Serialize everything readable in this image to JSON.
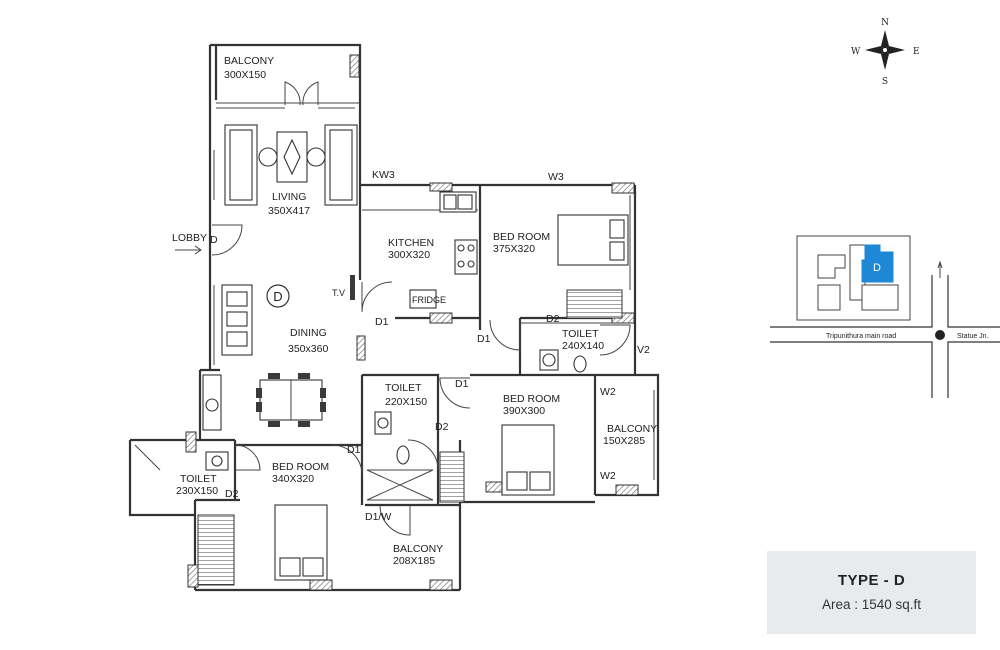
{
  "plan": {
    "rooms": [
      {
        "id": "balcony-top",
        "name": "BALCONY",
        "size": "300X150"
      },
      {
        "id": "living",
        "name": "LIVING",
        "size": "350X417"
      },
      {
        "id": "kitchen",
        "name": "KITCHEN",
        "size": "300X320"
      },
      {
        "id": "bedroom-ne",
        "name": "BED ROOM",
        "size": "375X320"
      },
      {
        "id": "dining",
        "name": "DINING",
        "size": "350x360"
      },
      {
        "id": "toilet-e",
        "name": "TOILET",
        "size": "240X140"
      },
      {
        "id": "toilet-c",
        "name": "TOILET",
        "size": "220X150"
      },
      {
        "id": "bedroom-e",
        "name": "BED ROOM",
        "size": "390X300"
      },
      {
        "id": "balcony-e",
        "name": "BALCONY",
        "size": "150X285"
      },
      {
        "id": "toilet-w",
        "name": "TOILET",
        "size": "230X150"
      },
      {
        "id": "bedroom-sw",
        "name": "BED ROOM",
        "size": "340X320"
      },
      {
        "id": "balcony-s",
        "name": "BALCONY",
        "size": "208X185"
      }
    ],
    "lobby": "LOBBY",
    "tv": "T.V",
    "fridge": "FRIDGE",
    "unit_mark": "D",
    "openings": {
      "kw3": "KW3",
      "w3": "W3",
      "w2a": "W2",
      "w2b": "W2",
      "v2": "V2",
      "d_lobby": "D",
      "d1_kitchen": "D1",
      "d1_hall": "D1",
      "d1_bed": "D1",
      "d1_sw": "D1",
      "d2_toilet_e": "D2",
      "d2_toilet_c": "D2",
      "d2_toilet_w": "D2",
      "d1w": "D1/W"
    }
  },
  "compass": {
    "n": "N",
    "s": "S",
    "e": "E",
    "w": "W"
  },
  "key_plan": {
    "unit": "D",
    "road_label": "Tripunithura main road",
    "junction_label": "Statue Jn.",
    "highlight_color": "#1e88d6"
  },
  "type_info": {
    "type": "TYPE - D",
    "area": "Area : 1540 sq.ft"
  },
  "colors": {
    "accent": "#1e88d6",
    "panel": "#e8ebee",
    "line": "#333333"
  }
}
